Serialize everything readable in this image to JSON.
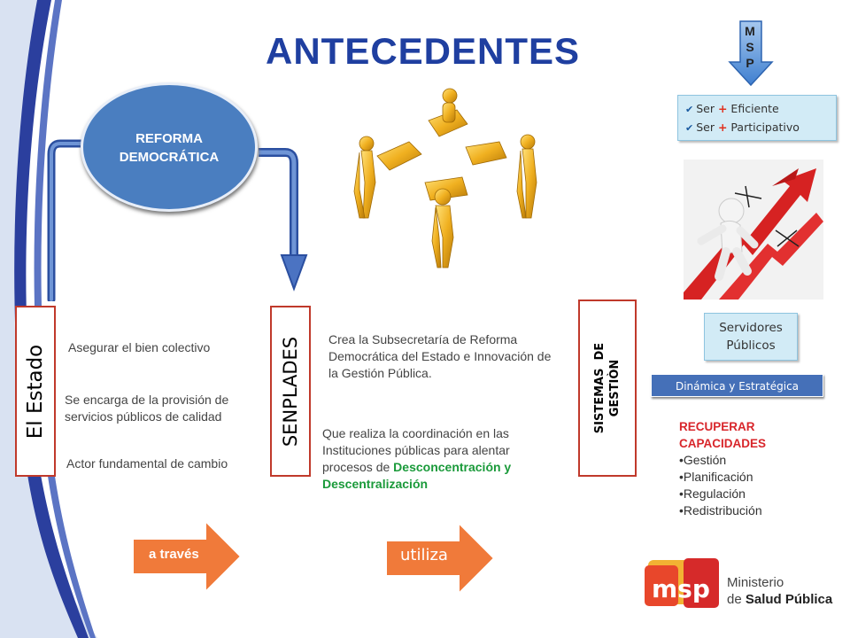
{
  "title": "ANTECEDENTES",
  "msp": {
    "letters": [
      "M",
      "S",
      "P"
    ]
  },
  "ser_box": {
    "items": [
      {
        "prefix": "Ser ",
        "plus": "+",
        "suffix": " Eficiente"
      },
      {
        "prefix": "Ser ",
        "plus": "+",
        "suffix": " Participativo"
      }
    ]
  },
  "servidores": {
    "line1": "Servidores",
    "line2": "Públicos"
  },
  "dinamica": "Dinámica y Estratégica",
  "recuperar": {
    "heading": "RECUPERAR CAPACIDADES",
    "items": [
      "•Gestión",
      "•Planificación",
      "•Regulación",
      "•Redistribución"
    ]
  },
  "reforma": {
    "line1": "REFORMA",
    "line2": "DEMOCRÁTICA"
  },
  "estado": {
    "label": "El Estado",
    "items": [
      "Asegurar el bien colectivo",
      "Se encarga de la provisión de servicios públicos de calidad",
      "Actor fundamental de cambio"
    ]
  },
  "senplades": {
    "label": "SENPLADES",
    "crea": "Crea la Subsecretaría de Reforma Democrática del Estado e Innovación de la Gestión Pública.",
    "que_prefix": "Que realiza la coordinación en las Instituciones públicas para alentar procesos de ",
    "que_highlight": "Desconcentración y Descentralización"
  },
  "sistemas": {
    "label": "SISTEMAS  DE\nGESTIÒN"
  },
  "arrows": {
    "a_traves": "a través",
    "utiliza": "utiliza"
  },
  "logo": {
    "brand": "msp",
    "line1": "Ministerio",
    "line2_prefix": "de ",
    "line2_bold": "Salud Pública"
  },
  "colors": {
    "title": "#1f3fa0",
    "circle": "#4a7ec0",
    "box_border": "#c0392b",
    "orange": "#f07a3a",
    "green": "#1a9a3a",
    "red_plus": "#e0301e",
    "nav_blue": "#4570b8"
  },
  "icons": {
    "puzzle_figures": "golden-figures-puzzle-icon",
    "person_on_arrow": "person-on-red-arrow-icon",
    "msp_arrow": "blue-down-arrow-icon"
  }
}
